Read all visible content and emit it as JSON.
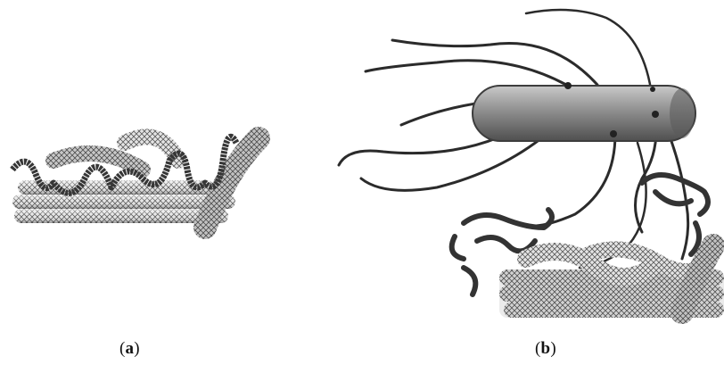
{
  "figure": {
    "panels": [
      {
        "label": "a"
      },
      {
        "label": "b"
      }
    ]
  },
  "colors": {
    "nanotube_dark": "#3c3c3c",
    "nanotube_light": "#e6e6e6",
    "bacterium_body": "#8a8a8a",
    "flagella": "#2b2b2b",
    "polymer_chain": "#3a3a3a"
  },
  "icons": [
    "nanotube-bundle",
    "polymer-chain",
    "bacterium",
    "flagellum"
  ]
}
